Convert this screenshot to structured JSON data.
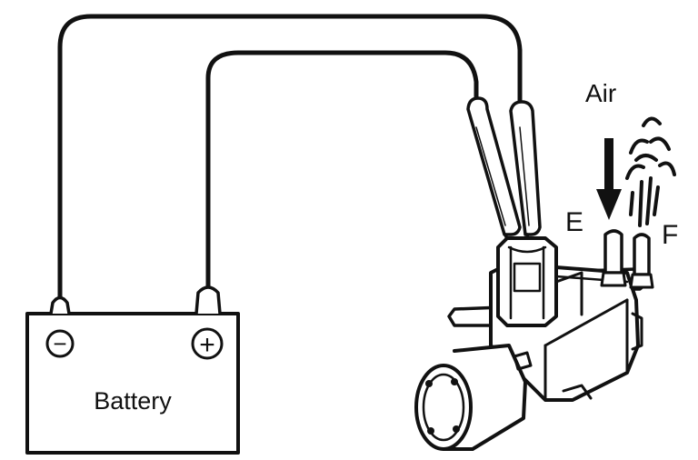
{
  "labels": {
    "battery": "Battery",
    "negative": "−",
    "positive": "+",
    "air": "Air",
    "port_e": "E",
    "port_f": "F"
  },
  "colors": {
    "ink": "#111111",
    "paper": "#ffffff"
  }
}
